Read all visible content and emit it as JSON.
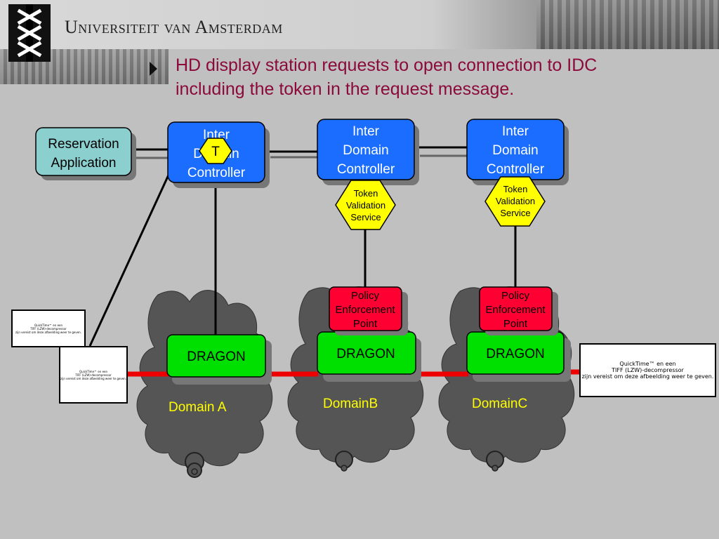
{
  "header": {
    "university_name": "Universiteit van Amsterdam",
    "logo": "uva-xxx-logo-icon"
  },
  "title": {
    "line1": "HD display station requests to open connection to IDC",
    "line2": "including the token in the request message."
  },
  "reservation": {
    "line1": "Reservation",
    "line2": "Application"
  },
  "idc": {
    "line1": "Inter",
    "line2": "Domain",
    "line3": "Controller"
  },
  "token": {
    "label": "T"
  },
  "tvs": {
    "line1": "Token",
    "line2": "Validation",
    "line3": "Service"
  },
  "pep": {
    "line1": "Policy",
    "line2": "Enforcement",
    "line3": "Point"
  },
  "dragon": {
    "label": "DRAGON"
  },
  "domains": {
    "a": "Domain A",
    "b": "DomainB",
    "c": "DomainC"
  },
  "quicktime": {
    "line1": "QuickTime™ en een",
    "line2": "TIFF (LZW)-decompressor",
    "line3": "zijn vereist om deze afbeelding weer te geven."
  },
  "colors": {
    "idc": "#1a6dff",
    "reservation": "#8ccfcf",
    "tvs": "#ffff00",
    "pep": "#ff0033",
    "dragon": "#00e000",
    "cloud": "#555555",
    "link": "#ee0000",
    "title": "#8b0a3a"
  }
}
